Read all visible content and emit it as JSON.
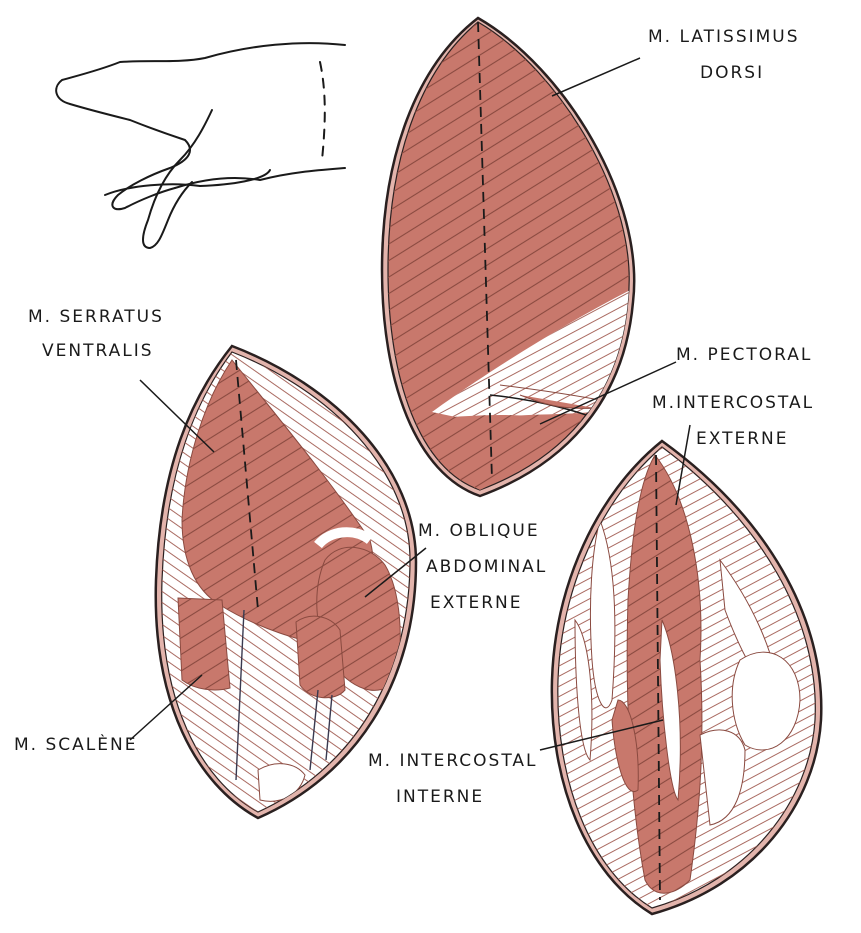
{
  "colors": {
    "muscle": "#c8786c",
    "muscle_dark": "#b0635a",
    "rim": "#e3b4ac",
    "outline": "#2a2020",
    "hatch": "#8a4a40",
    "paper": "#ffffff"
  },
  "labels": {
    "latissimus_1": "M. LATISSIMUS",
    "latissimus_2": "DORSI",
    "pectoral": "M. PECTORAL",
    "intercostal_ext_1": "M.INTERCOSTAL",
    "intercostal_ext_2": "EXTERNE",
    "serratus_1": "M. SERRATUS",
    "serratus_2": "VENTRALIS",
    "oblique_1": "M. OBLIQUE",
    "oblique_2": "ABDOMINAL",
    "oblique_3": "EXTERNE",
    "scalene": "M. SCALÈNE",
    "intercostal_int_1": "M. INTERCOSTAL",
    "intercostal_int_2": "INTERNE"
  }
}
